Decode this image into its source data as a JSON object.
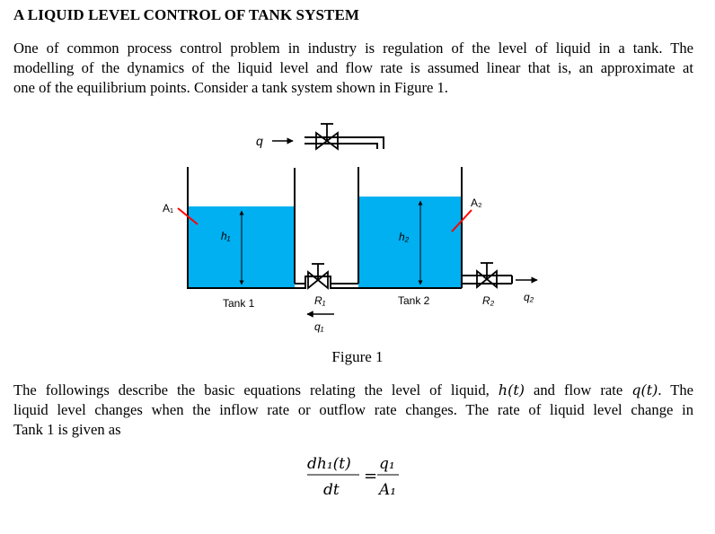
{
  "title": "A LIQUID LEVEL CONTROL OF TANK SYSTEM",
  "intro": [
    "One of common process control problem in industry is regulation of the level of liquid in a tank. The",
    "modelling of the dynamics of the liquid level and flow rate is assumed linear that is, an approximate at",
    "one of the equilibrium points. Consider a tank system shown in Figure 1."
  ],
  "figure": {
    "inflow": "q",
    "area1": "A₁",
    "area2": "A₂",
    "level1": "h₁",
    "level2": "h₂",
    "tank1": "Tank 1",
    "tank2": "Tank 2",
    "resistance1": "R₁",
    "resistance2": "R₂",
    "flow1": "q₁",
    "flow2": "q₂",
    "water_color": "#00b0f0",
    "pointer_color": "#ff0000",
    "caption": "Figure 1"
  },
  "body": {
    "line1_pre": "The followings describe the basic equations relating the level of liquid, ",
    "h_t": "h(t)",
    "line1_mid": " and flow rate ",
    "q_t": "q(t)",
    "line1_post": ". The",
    "line2": "liquid level changes when the inflow rate or outflow rate changes. The rate of liquid level change in",
    "line3": "Tank 1 is given as"
  },
  "equation": {
    "lhs_num": "dh₁(t)",
    "lhs_den": "dt",
    "equals": "=",
    "rhs_num": "q₁",
    "rhs_den": "A₁"
  }
}
